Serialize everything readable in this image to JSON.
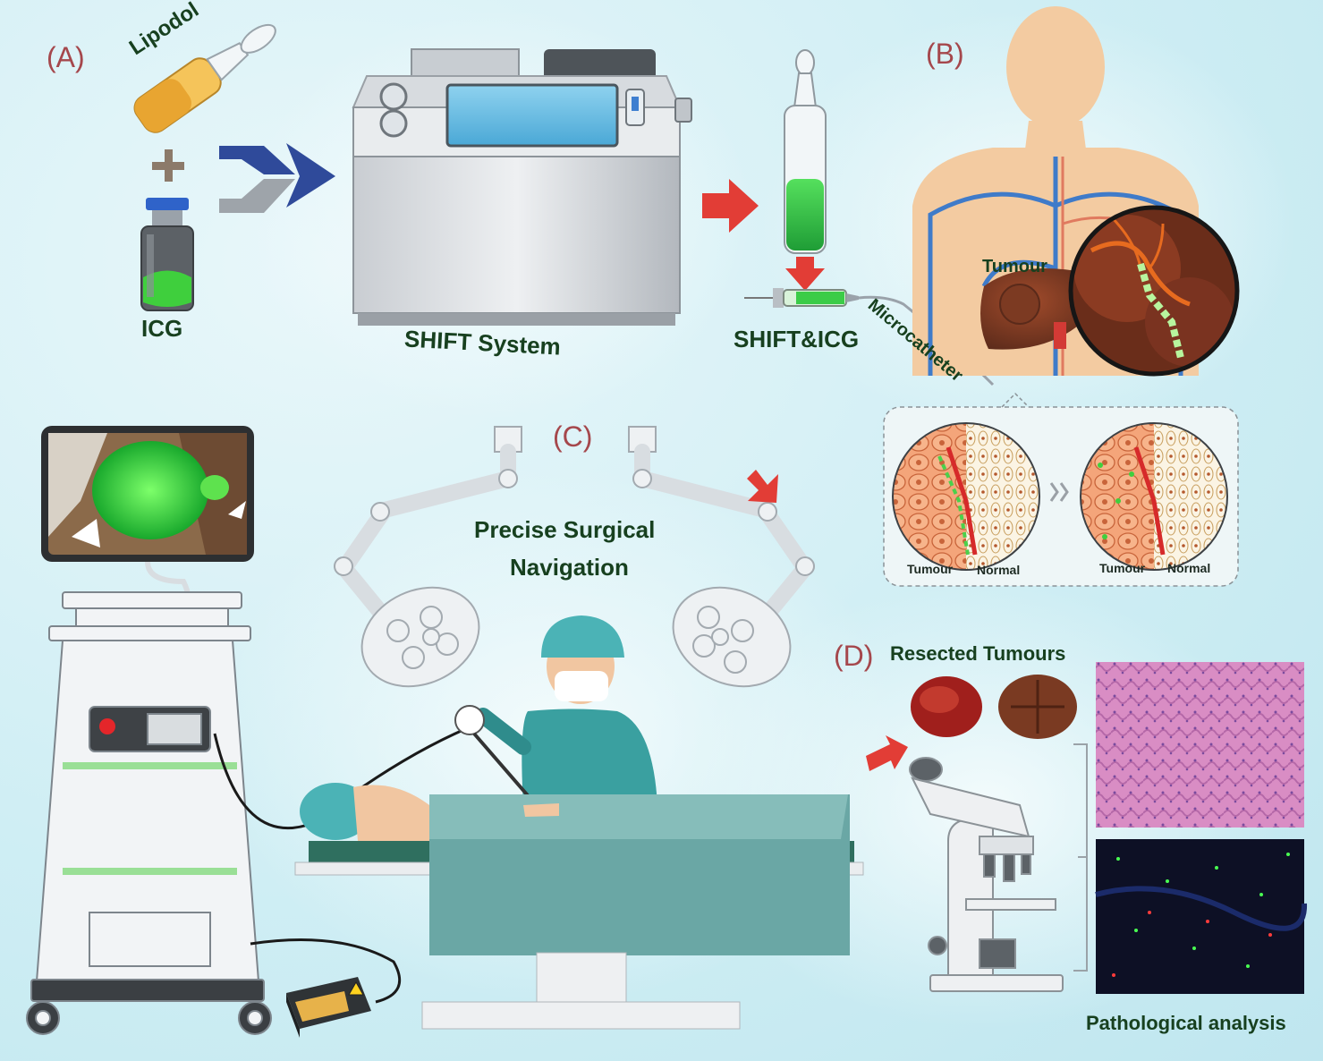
{
  "panels": {
    "a": "(A)",
    "b": "(B)",
    "c": "(C)",
    "d": "(D)"
  },
  "labels": {
    "lipodol": "Lipodol",
    "icg": "ICG",
    "shift_system": "SHIFT  System",
    "shift_icg": "SHIFT&ICG",
    "microcatheter": "Microcatheter",
    "tumour_b": "Tumour",
    "inset_tumour_1": "Tumour",
    "inset_normal_1": "Normal",
    "inset_tumour_2": "Tumour",
    "inset_normal_2": "Normal",
    "navigation_line1": "Precise Surgical",
    "navigation_line2": "Navigation",
    "resected": "Resected Tumours",
    "pathology": "Pathological analysis"
  },
  "colors": {
    "background": "#cfeef4",
    "panel_label": "#a5474c",
    "text_green": "#17401f",
    "arrow_blue": "#2f4a9a",
    "arrow_red": "#e23d36",
    "icg_green": "#3fd24d",
    "lipiodol_orange": "#e8a531",
    "scrubs": "#3aa0a0",
    "bed": "#6aa7a5"
  }
}
